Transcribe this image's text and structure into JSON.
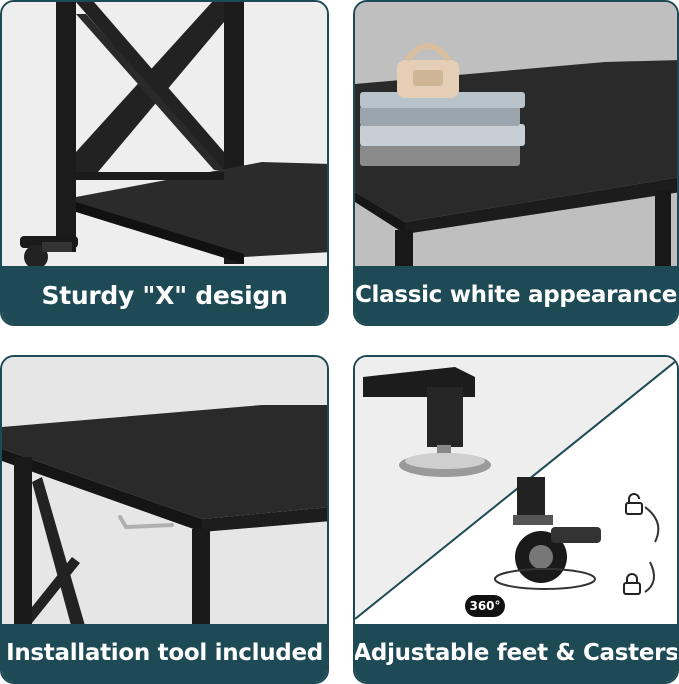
{
  "panels": [
    {
      "id": "sturdy-x",
      "caption": "Sturdy \"X\" design"
    },
    {
      "id": "classic-white",
      "caption": "Classic white appearance"
    },
    {
      "id": "installation-tool",
      "caption": "Installation tool included"
    },
    {
      "id": "feet-casters",
      "caption": "Adjustable feet & Casters"
    }
  ],
  "rotation_badge": "360°",
  "colors": {
    "caption_bg": "#1d4a55",
    "frame_black": "#1a1a1a",
    "desktop_black": "#262626",
    "background_gray": "#f2f2f2"
  },
  "icons": [
    "unlock-icon",
    "lock-icon",
    "rotate-arrow-icon"
  ]
}
